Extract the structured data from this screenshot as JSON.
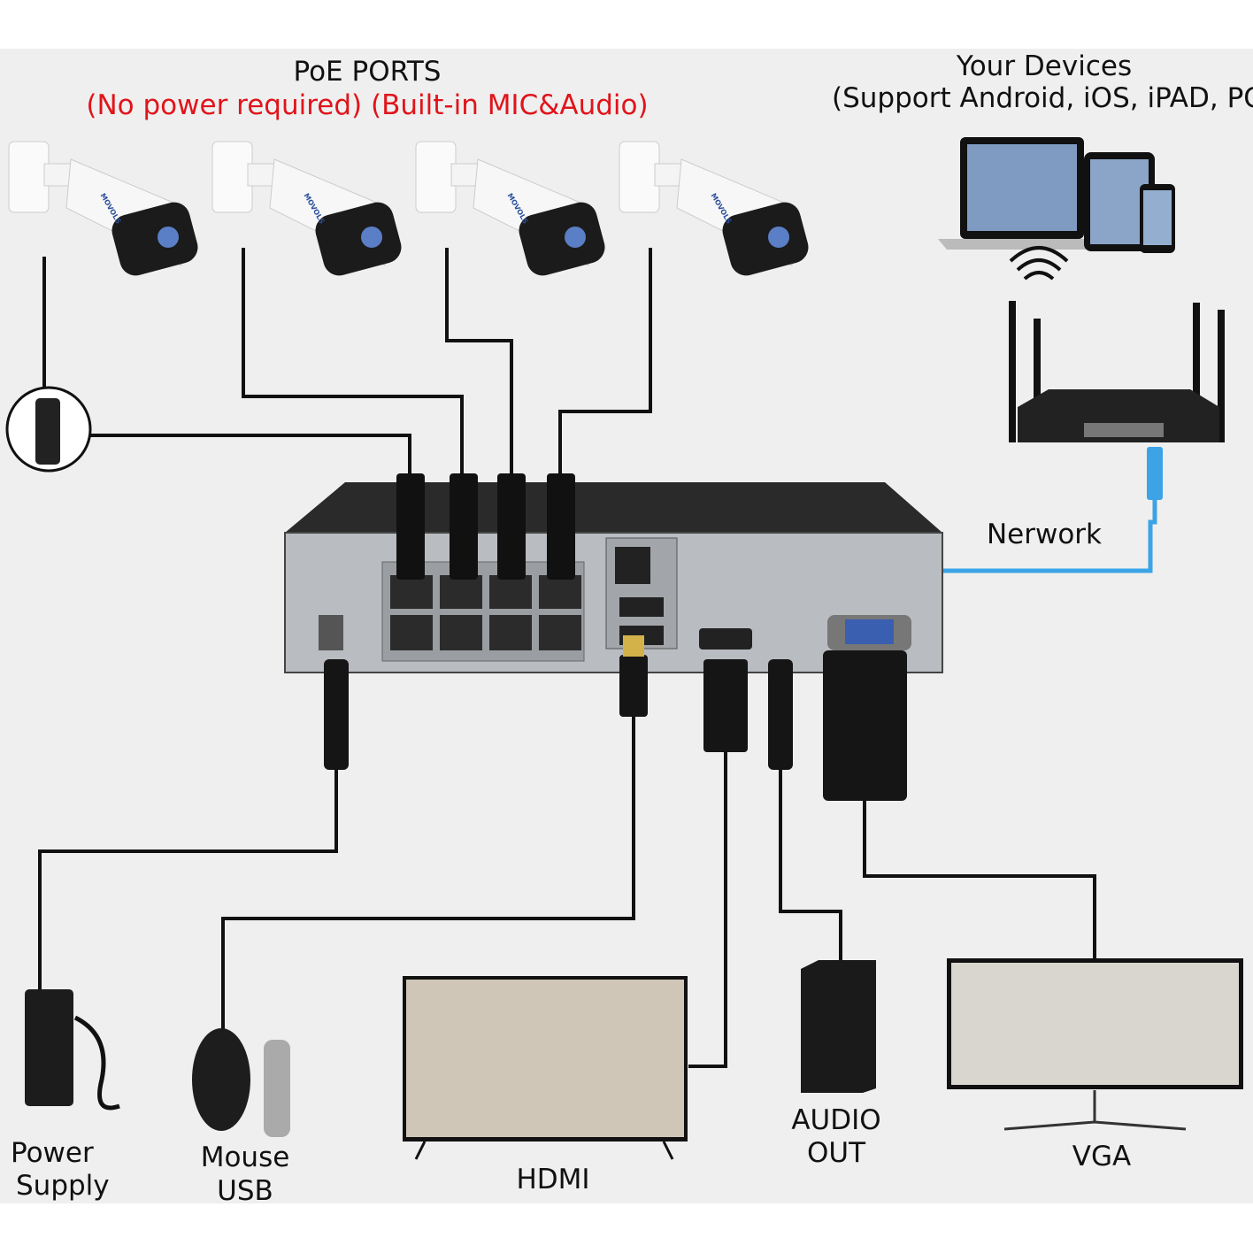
{
  "title": {
    "line1": "PoE PORTS",
    "line2": "(No power required) (Built-in MIC&Audio)"
  },
  "devices": {
    "line1": "Your Devices",
    "line2": "(Support Android, iOS, iPAD, PC)"
  },
  "network_label": "Nerwork",
  "camera_brand": "MOVOLS",
  "outputs": {
    "power": {
      "line1": "Power",
      "line2": "Supply"
    },
    "mouse": {
      "line1": "Mouse",
      "line2": "USB"
    },
    "hdmi": "HDMI",
    "audio": {
      "line1": "AUDIO",
      "line2": "OUT"
    },
    "vga": "VGA"
  },
  "colors": {
    "background": "#efefef",
    "title_red": "#e0141b",
    "network_cable": "#3ba3e6",
    "cable": "#111111",
    "nvr_front": "#b9bcc0",
    "nvr_top": "#2a2a2a"
  }
}
